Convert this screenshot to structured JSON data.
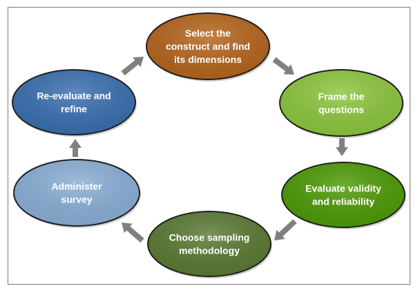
{
  "diagram": {
    "nodes": [
      {
        "id": "select-construct",
        "lines": [
          "Select the",
          "construct and find",
          "its dimensions"
        ],
        "color": "#b5651d"
      },
      {
        "id": "frame-questions",
        "lines": [
          "Frame the",
          "questions"
        ],
        "color": "#8dc63f"
      },
      {
        "id": "evaluate-validity",
        "lines": [
          "Evaluate validity",
          "and reliability"
        ],
        "color": "#4e9a06"
      },
      {
        "id": "choose-sampling",
        "lines": [
          "Choose sampling",
          "methodology"
        ],
        "color": "#5a7a33"
      },
      {
        "id": "administer-survey",
        "lines": [
          "Administer",
          "survey"
        ],
        "color": "#8aafd6"
      },
      {
        "id": "re-evaluate",
        "lines": [
          "Re-evaluate and",
          "refine"
        ],
        "color": "#3a6fb0"
      }
    ],
    "arrow_color": "#808080",
    "flow": [
      [
        "select-construct",
        "frame-questions"
      ],
      [
        "frame-questions",
        "evaluate-validity"
      ],
      [
        "evaluate-validity",
        "choose-sampling"
      ],
      [
        "choose-sampling",
        "administer-survey"
      ],
      [
        "administer-survey",
        "re-evaluate"
      ],
      [
        "re-evaluate",
        "select-construct"
      ]
    ]
  }
}
